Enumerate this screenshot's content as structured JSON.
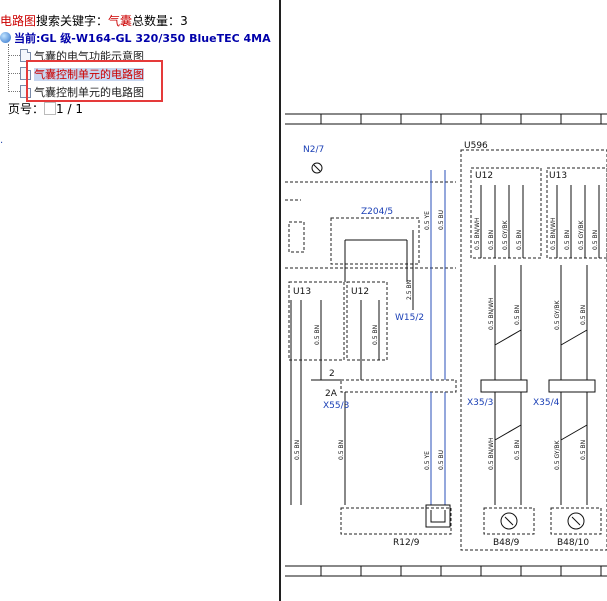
{
  "search": {
    "prefix": "电路图",
    "label": "搜索关键字：",
    "keyword": "气囊",
    "count_label": "总数量：",
    "count": "3"
  },
  "current": {
    "label": "当前:GL 级-W164-GL 320/350 BlueTEC 4MA"
  },
  "tree": {
    "items": [
      {
        "label": "气囊的电气功能示意图"
      },
      {
        "label": "气囊控制单元的电路图"
      },
      {
        "label": "气囊控制单元的电路图"
      }
    ]
  },
  "pagination": {
    "label": "页号：",
    "value": "1 / 1"
  },
  "schematic": {
    "labels": {
      "n27": "N2/7",
      "u596": "U596",
      "u12a": "U12",
      "u13a": "U13",
      "z2045": "Z204/5",
      "u13b": "U13",
      "u12b": "U12",
      "w152": "W15/2",
      "x553": "X55/3",
      "x353": "X35/3",
      "x354": "X35/4",
      "r129": "R12/9",
      "b489": "B48/9",
      "b4810": "B48/10",
      "n2": "2",
      "n2a": "2A"
    },
    "wires": {
      "sbn": "0.5 BN",
      "sye": "0.5 YE",
      "sbu": "0.5 BU",
      "bnwh": "0.5 BN/WH",
      "gybk": "0.5 GY/BK",
      "s25bn": "2.5 BN"
    },
    "colors": {
      "line": "#111111",
      "blue_label": "#1a3fb5",
      "wire_blue": "#2a4fb8",
      "dashed": "#222222"
    }
  }
}
